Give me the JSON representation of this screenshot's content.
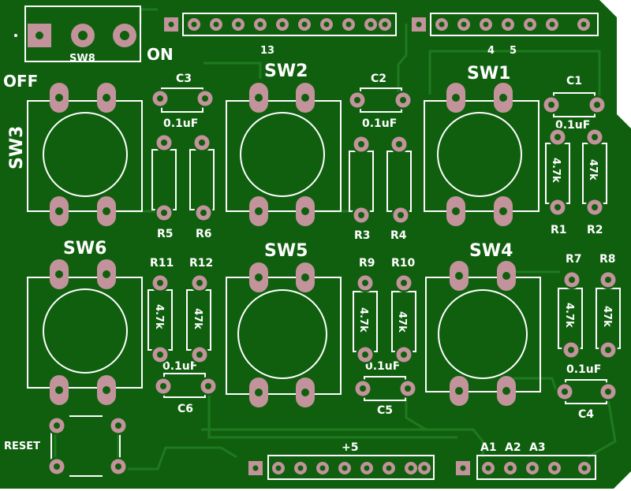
{
  "board": {
    "copper_color": "#0f5f0f",
    "trace_color": "#1f7a1f",
    "pad_color": "#c2939a",
    "silk_color": "#ffffff"
  },
  "power_switch": {
    "label": "SW8",
    "on_label": "ON",
    "off_label": "OFF"
  },
  "switches": [
    {
      "id": "sw3",
      "label": "SW3"
    },
    {
      "id": "sw2",
      "label": "SW2"
    },
    {
      "id": "sw1",
      "label": "SW1"
    },
    {
      "id": "sw6",
      "label": "SW6"
    },
    {
      "id": "sw5",
      "label": "SW5"
    },
    {
      "id": "sw4",
      "label": "SW4"
    }
  ],
  "capacitors": [
    {
      "id": "c3",
      "label": "C3",
      "value": "0.1uF"
    },
    {
      "id": "c2",
      "label": "C2",
      "value": "0.1uF"
    },
    {
      "id": "c1",
      "label": "C1",
      "value": "0.1uF"
    },
    {
      "id": "c6",
      "label": "C6",
      "value": "0.1uF"
    },
    {
      "id": "c5",
      "label": "C5",
      "value": "0.1uF"
    },
    {
      "id": "c4",
      "label": "C4",
      "value": "0.1uF"
    }
  ],
  "resistors": [
    {
      "id": "r1",
      "label": "R1",
      "value": "4.7k"
    },
    {
      "id": "r2",
      "label": "R2",
      "value": "47k"
    },
    {
      "id": "r3",
      "label": "R3",
      "value": ""
    },
    {
      "id": "r4",
      "label": "R4",
      "value": ""
    },
    {
      "id": "r5",
      "label": "R5",
      "value": ""
    },
    {
      "id": "r6",
      "label": "R6",
      "value": ""
    },
    {
      "id": "r7",
      "label": "R7",
      "value": "4.7k"
    },
    {
      "id": "r8",
      "label": "R8",
      "value": "47k"
    },
    {
      "id": "r9",
      "label": "R9",
      "value": "4.7k"
    },
    {
      "id": "r10",
      "label": "R10",
      "value": "47k"
    },
    {
      "id": "r11",
      "label": "R11",
      "value": "4.7k"
    },
    {
      "id": "r12",
      "label": "R12",
      "value": "47k"
    }
  ],
  "reset_button": {
    "label": "RESET"
  },
  "headers": {
    "top_left_pin": "13",
    "top_right_pins": [
      "4",
      "5"
    ],
    "bottom_left_label": "+5",
    "bottom_right_pins": [
      "A1",
      "A2",
      "A3"
    ]
  }
}
